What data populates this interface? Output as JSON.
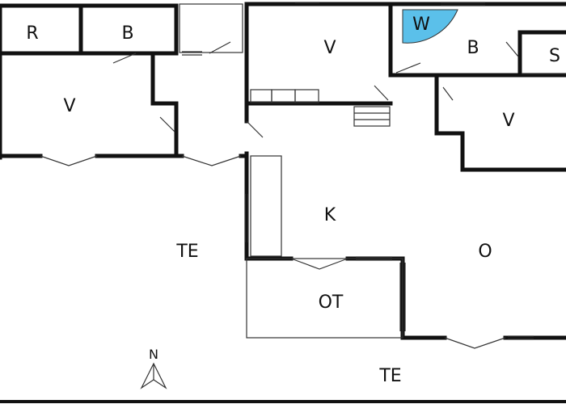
{
  "colors": {
    "wall": "#111111",
    "thin_line": "#333333",
    "fixture_fill": "#5bc0ea",
    "background": "#ffffff"
  },
  "rooms": {
    "r": "R",
    "b_left": "B",
    "v_left": "V",
    "v_center": "V",
    "w": "W",
    "b_right": "B",
    "s": "S",
    "v_right": "V",
    "k": "K",
    "te_left": "TE",
    "o": "O",
    "ot": "OT",
    "te_bottom": "TE"
  },
  "compass": {
    "label": "N",
    "icon": "north-arrow-icon"
  }
}
